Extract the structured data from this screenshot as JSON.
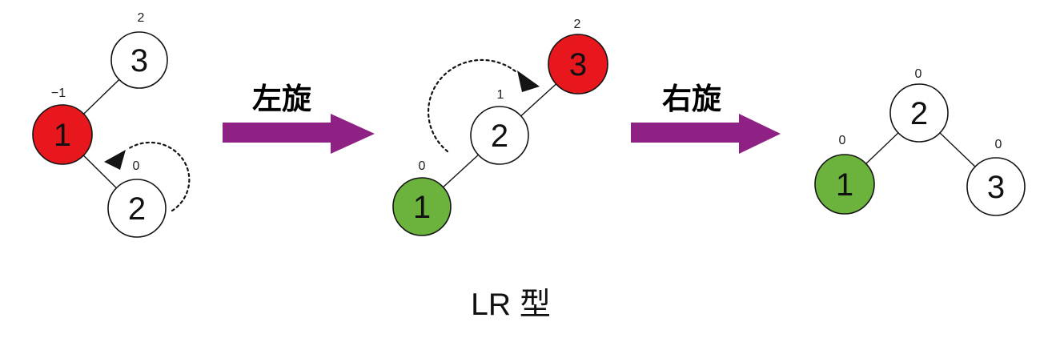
{
  "caption": "LR 型",
  "colors": {
    "red": "#e8171d",
    "green": "#6cb33e",
    "purple": "#8e2183",
    "white": "#ffffff"
  },
  "transforms": [
    {
      "label": "左旋"
    },
    {
      "label": "右旋"
    }
  ],
  "trees": [
    {
      "nodes": [
        {
          "key": "3",
          "balance": "2",
          "fill": "#ffffff"
        },
        {
          "key": "1",
          "balance": "−1",
          "fill": "#e8171d"
        },
        {
          "key": "2",
          "balance": "0",
          "fill": "#ffffff"
        }
      ]
    },
    {
      "nodes": [
        {
          "key": "3",
          "balance": "2",
          "fill": "#e8171d"
        },
        {
          "key": "2",
          "balance": "1",
          "fill": "#ffffff"
        },
        {
          "key": "1",
          "balance": "0",
          "fill": "#6cb33e"
        }
      ]
    },
    {
      "nodes": [
        {
          "key": "2",
          "balance": "0",
          "fill": "#ffffff"
        },
        {
          "key": "1",
          "balance": "0",
          "fill": "#6cb33e"
        },
        {
          "key": "3",
          "balance": "0",
          "fill": "#ffffff"
        }
      ]
    }
  ]
}
